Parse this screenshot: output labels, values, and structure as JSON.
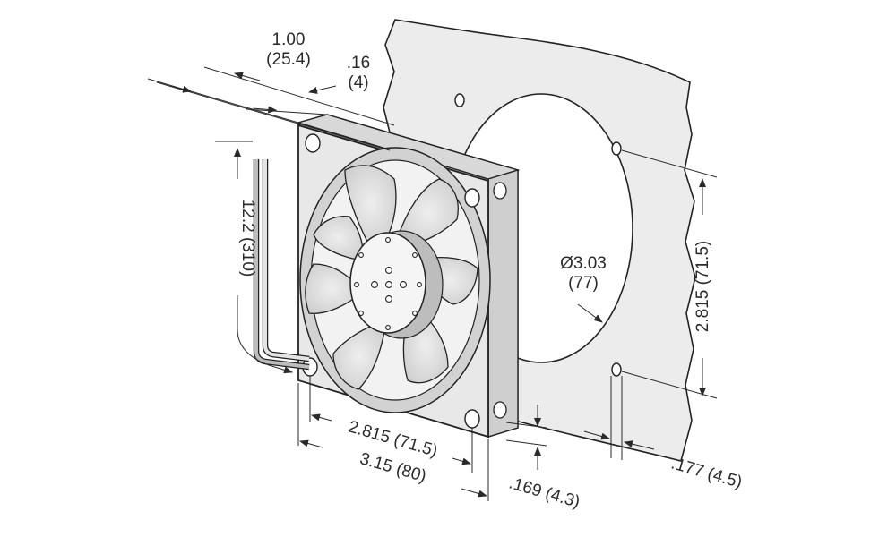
{
  "dimensions": {
    "depth_in": "1.00",
    "depth_mm": "(25.4)",
    "flange_in": ".16",
    "flange_mm": "(4)",
    "lead_length": "12.2 (310)",
    "diameter_in": "Ø3.03",
    "diameter_mm": "(77)",
    "hole_spacing_vertical": "2.815 (71.5)",
    "hole_spacing_horizontal": "2.815 (71.5)",
    "overall_width": "3.15 (80)",
    "hole_diameter": ".169 (4.3)",
    "hole_offset": ".177 (4.5)"
  },
  "colors": {
    "line": "#222222",
    "panel": "#eeeeee",
    "fan_frame": "#e6e6e6",
    "blade": "#dcdcdc",
    "hub": "#f4f4f4",
    "shadow": "#b8b8b8",
    "background": "#ffffff"
  }
}
